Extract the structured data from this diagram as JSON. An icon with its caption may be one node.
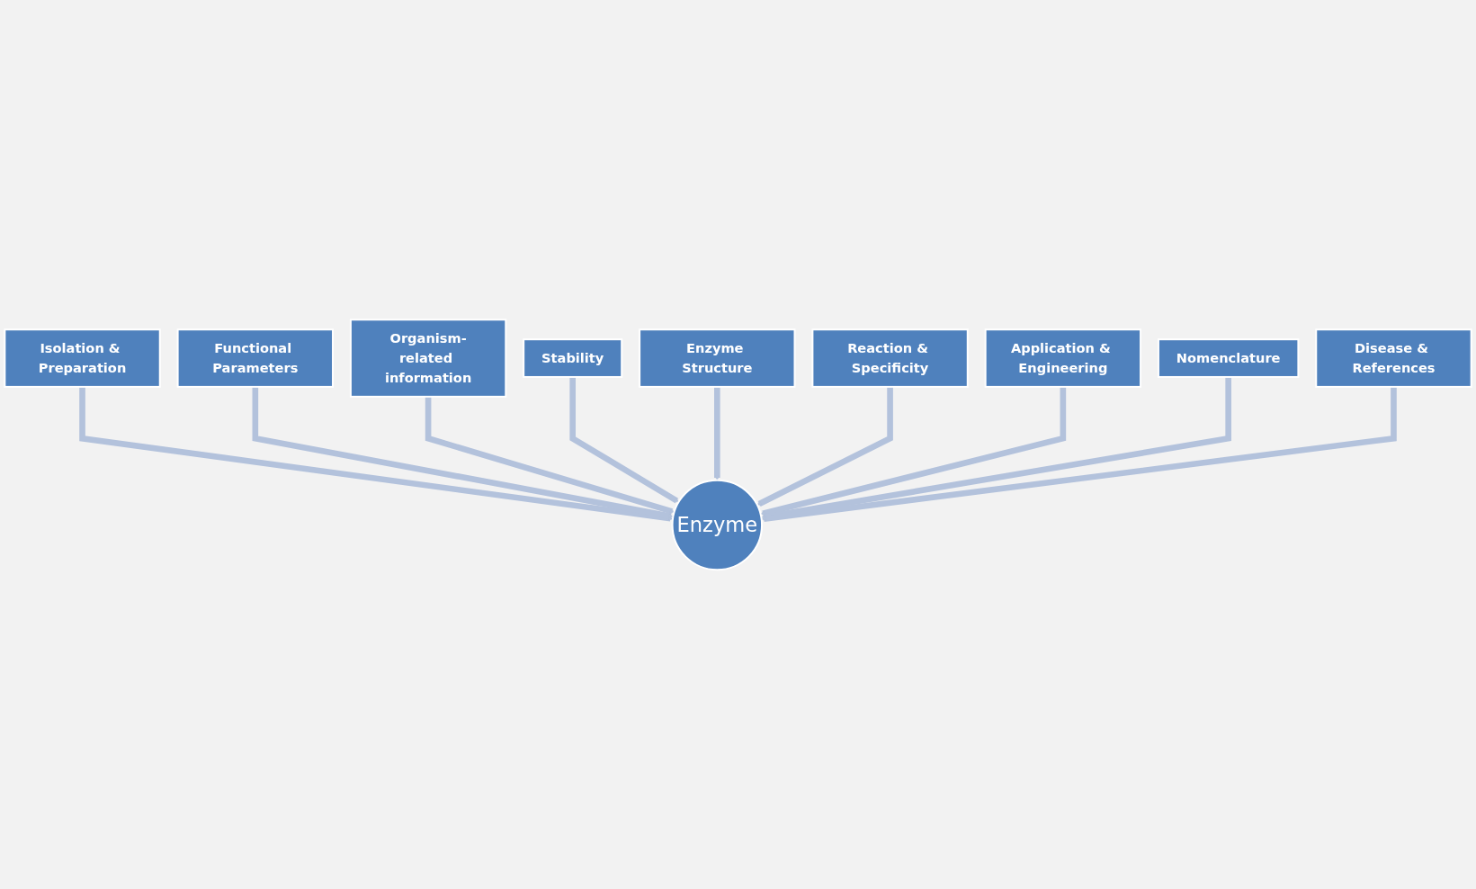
{
  "diagram": {
    "nodes": [
      {
        "text": [
          "Isolation & Preparation"
        ]
      },
      {
        "text": [
          "Functional Parameters"
        ]
      },
      {
        "text": [
          "Organism-related information"
        ]
      },
      {
        "text": [
          "Stability"
        ]
      },
      {
        "text": [
          "Enzyme Structure"
        ]
      },
      {
        "text": [
          "Reaction & Specificity"
        ]
      },
      {
        "text": [
          "Application & Engineering"
        ]
      },
      {
        "text": [
          "Nomenclature"
        ]
      },
      {
        "text": [
          "Disease & References"
        ]
      },
      {
        "text": [
          "Enzyme"
        ]
      }
    ],
    "edges": [
      {
        "from": 0,
        "to": 9,
        "arrow": "to"
      },
      {
        "from": 1,
        "to": 9,
        "arrow": "to"
      },
      {
        "from": 2,
        "to": 9,
        "arrow": "to"
      },
      {
        "from": 3,
        "to": 9,
        "arrow": "to"
      },
      {
        "from": 4,
        "to": 9,
        "arrow": "to"
      },
      {
        "from": 5,
        "to": 9,
        "arrow": "to"
      },
      {
        "from": 6,
        "to": 9,
        "arrow": "to"
      },
      {
        "from": 7,
        "to": 9,
        "arrow": "to"
      },
      {
        "from": 8,
        "to": 9,
        "arrow": "to"
      }
    ]
  }
}
